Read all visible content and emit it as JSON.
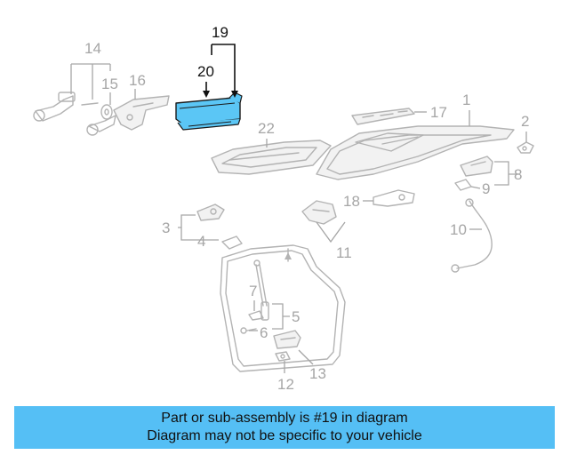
{
  "diagram": {
    "callouts": {
      "c1": "1",
      "c2": "2",
      "c3": "3",
      "c4": "4",
      "c5": "5",
      "c6": "6",
      "c7": "7",
      "c8": "8",
      "c9": "9",
      "c10": "10",
      "c11": "11",
      "c12": "12",
      "c13": "13",
      "c14": "14",
      "c15": "15",
      "c16": "16",
      "c17": "17",
      "c18": "18",
      "c19": "19",
      "c20": "20",
      "c22": "22"
    },
    "colors": {
      "highlight_fill": "#5bc6f5",
      "highlight_stroke": "#1a1a1a",
      "line_gray": "#b3b3b3",
      "label_gray": "#a6a6a6",
      "banner_bg": "#55bff5"
    }
  },
  "banner": {
    "line1": "Part or sub-assembly is #19 in diagram",
    "line2": "Diagram may not be specific to your vehicle"
  }
}
